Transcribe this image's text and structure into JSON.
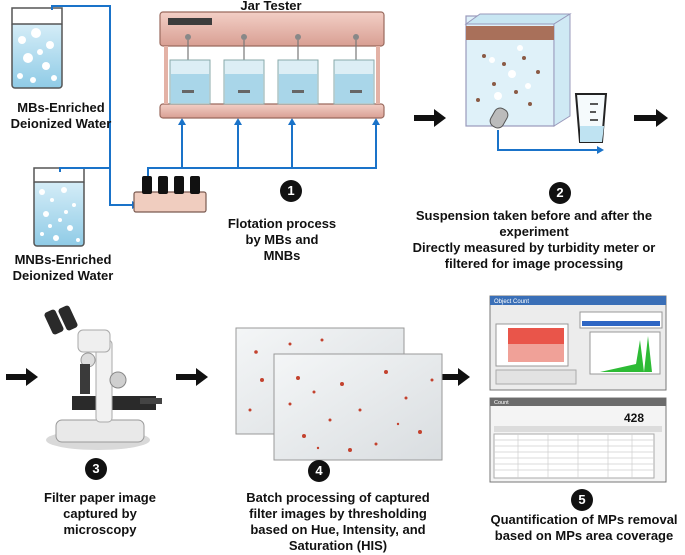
{
  "labels": {
    "jar_tester": "Jar Tester",
    "mbs_water": "MBs-Enriched\nDeionized Water",
    "mnbs_water": "MNBs-Enriched\nDeionized Water",
    "flotation": "Flotation process\nby MBs and\nMNBs",
    "suspension": "Suspension taken before and after the\nexperiment\nDirectly measured by turbidity meter or\nfiltered for image processing",
    "filter_paper": "Filter paper image\ncaptured by\nmicroscopy",
    "batch": "Batch processing of captured\nfilter images by thresholding\nbased on Hue, Intensity, and\nSaturation (HIS)",
    "quantification": "Quantification of MPs removal\nbased on MPs area coverage"
  },
  "steps": [
    "1",
    "2",
    "3",
    "4",
    "5"
  ],
  "software": {
    "window1_title": "Object Count",
    "window2_title": "Count",
    "count_value": "428"
  },
  "colors": {
    "pipe": "#1a73c9",
    "water": "#bfe3f2",
    "jar_frame": "#e8b8ad",
    "arrow": "#111111"
  }
}
